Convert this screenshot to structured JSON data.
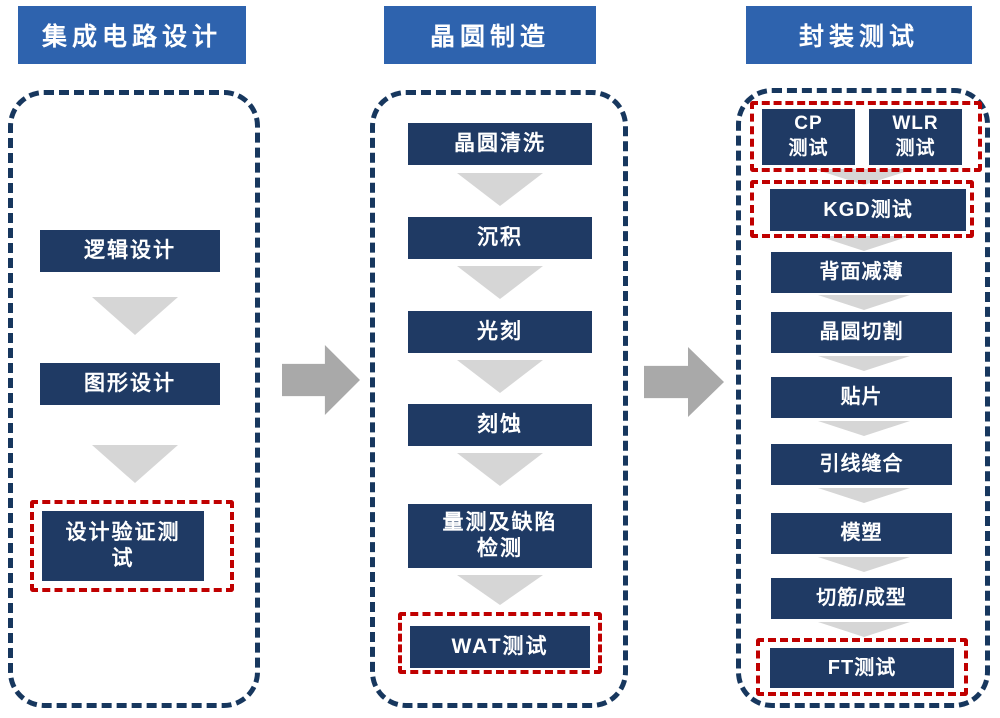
{
  "columns": [
    {
      "header": "集成电路设计",
      "steps": [
        {
          "label": "逻辑设计",
          "highlighted": false
        },
        {
          "label": "图形设计",
          "highlighted": false
        },
        {
          "label": "设计验证测\n试",
          "highlighted": true
        }
      ]
    },
    {
      "header": "晶圆制造",
      "steps": [
        {
          "label": "晶圆清洗",
          "highlighted": false
        },
        {
          "label": "沉积",
          "highlighted": false
        },
        {
          "label": "光刻",
          "highlighted": false
        },
        {
          "label": "刻蚀",
          "highlighted": false
        },
        {
          "label": "量测及缺陷\n检测",
          "highlighted": false
        },
        {
          "label": "WAT测试",
          "highlighted": true
        }
      ]
    },
    {
      "header": "封装测试",
      "parallel_tests": [
        {
          "label": "CP\n测试",
          "highlighted": true
        },
        {
          "label": "WLR\n测试",
          "highlighted": true
        }
      ],
      "steps": [
        {
          "label": "KGD测试",
          "highlighted": true
        },
        {
          "label": "背面减薄",
          "highlighted": false
        },
        {
          "label": "晶圆切割",
          "highlighted": false
        },
        {
          "label": "贴片",
          "highlighted": false
        },
        {
          "label": "引线缝合",
          "highlighted": false
        },
        {
          "label": "模塑",
          "highlighted": false
        },
        {
          "label": "切筋/成型",
          "highlighted": false
        },
        {
          "label": "FT测试",
          "highlighted": true
        }
      ]
    }
  ],
  "colors": {
    "header_bg": "#2E63AE",
    "box_bg": "#1F3A64",
    "container_border": "#17375E",
    "highlight_border": "#C00000",
    "triangle": "#D6D6D6",
    "arrow": "#A9A9A9",
    "text": "#FFFFFF",
    "background": "#FFFFFF"
  }
}
